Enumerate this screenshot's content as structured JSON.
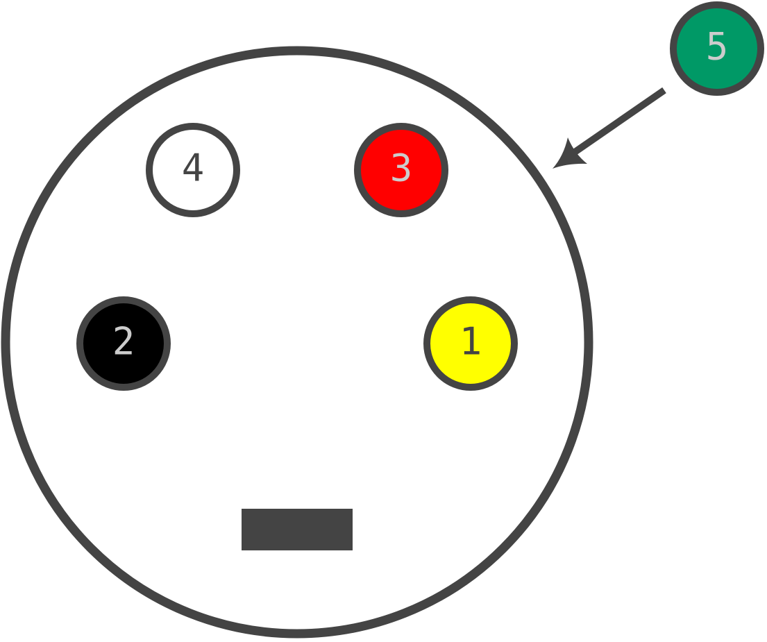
{
  "pins": [
    {
      "label": "1",
      "fill": "#ffff00",
      "text_color": "#444444"
    },
    {
      "label": "2",
      "fill": "#000000",
      "text_color": "#cccccc"
    },
    {
      "label": "3",
      "fill": "#ff0000",
      "text_color": "#cccccc"
    },
    {
      "label": "4",
      "fill": "#ffffff",
      "text_color": "#444444"
    },
    {
      "label": "5",
      "fill": "#009966",
      "text_color": "#cccccc"
    }
  ],
  "colors": {
    "outline": "#444444",
    "key": "#444444",
    "background": "#ffffff"
  }
}
